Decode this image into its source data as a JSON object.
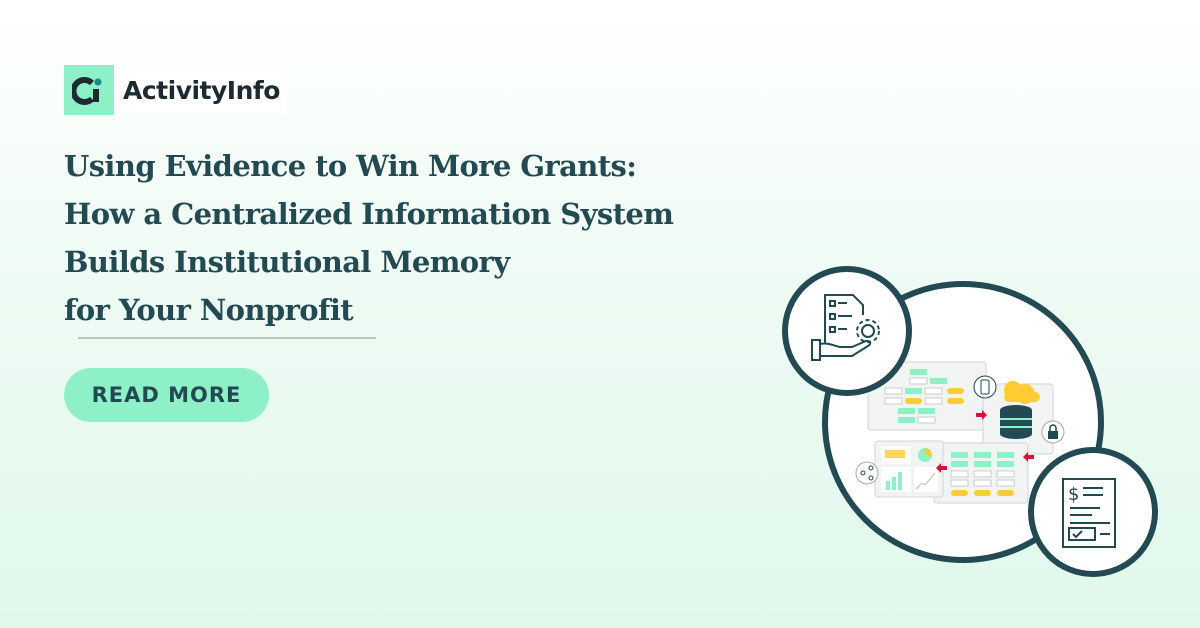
{
  "brand": {
    "name": "ActivityInfo",
    "accent": "#8ef0c6",
    "dark": "#234a52"
  },
  "headline": {
    "lines": [
      "Using Evidence to Win More Grants:",
      "How a Centralized Information System",
      "Builds Institutional Memory",
      "for Your Nonprofit"
    ]
  },
  "cta": {
    "label": "READ MORE"
  }
}
